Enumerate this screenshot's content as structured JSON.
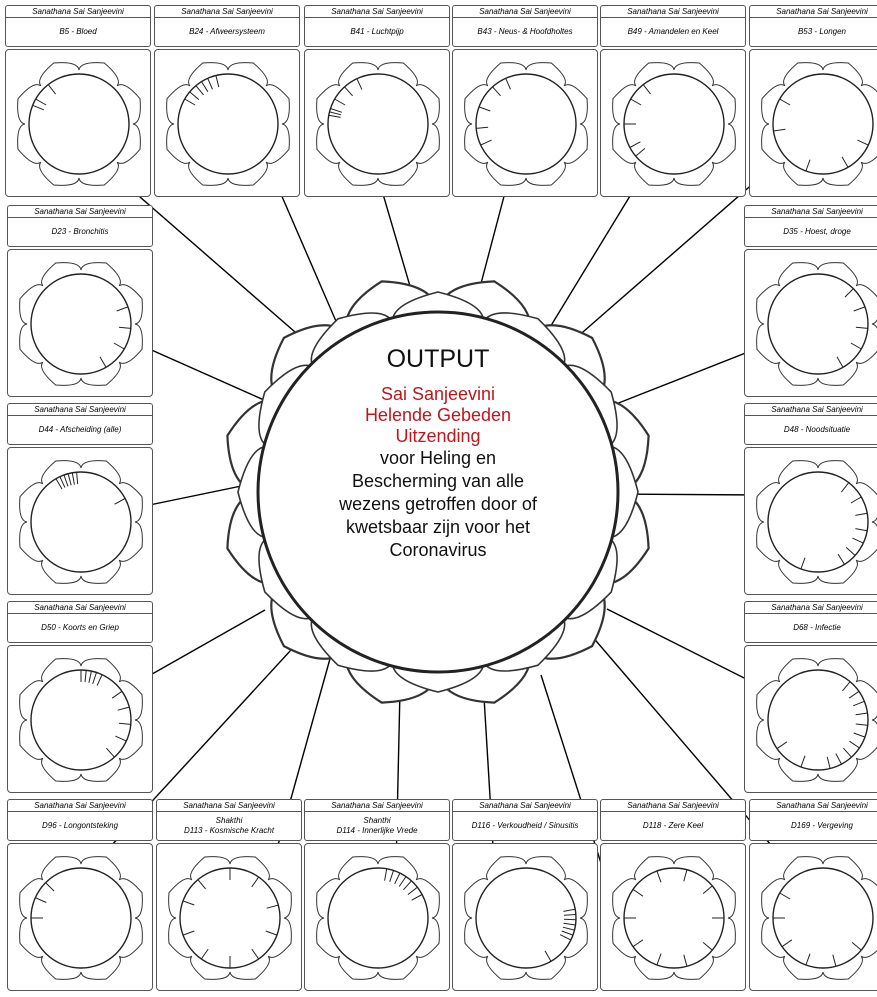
{
  "header_text": "Sanathana Sai Sanjeevini",
  "center": {
    "title": "OUTPUT",
    "red_lines": [
      "Sai Sanjeevini",
      "Helende Gebeden",
      "Uitzending"
    ],
    "black_lines": [
      "voor Heling en",
      "Bescherming van alle",
      "wezens getroffen door of",
      "kwetsbaar zijn voor het",
      "Coronavirus"
    ]
  },
  "cards": [
    {
      "id": "b5",
      "header": "Sanathana Sai Sanjeevini",
      "lines": [
        "B5 - Bloed"
      ]
    },
    {
      "id": "b24",
      "header": "Sanathana Sai Sanjeevini",
      "lines": [
        "B24 - Afweersysteem"
      ]
    },
    {
      "id": "b41",
      "header": "Sanathana Sai Sanjeevini",
      "lines": [
        "B41 - Luchtpijp"
      ]
    },
    {
      "id": "b43",
      "header": "Sanathana Sai Sanjeevini",
      "lines": [
        "B43 - Neus- & Hoofdholtes"
      ]
    },
    {
      "id": "b49",
      "header": "Sanathana Sai Sanjeevini",
      "lines": [
        "B49 - Amandelen en Keel"
      ]
    },
    {
      "id": "b53",
      "header": "Sanathana Sai Sanjeevini",
      "lines": [
        "B53 - Longen"
      ]
    },
    {
      "id": "d23",
      "header": "Sanathana Sai Sanjeevini",
      "lines": [
        "D23 - Bronchitis"
      ]
    },
    {
      "id": "d35",
      "header": "Sanathana Sai Sanjeevini",
      "lines": [
        "D35 - Hoest, droge"
      ]
    },
    {
      "id": "d44",
      "header": "Sanathana Sai Sanjeevini",
      "lines": [
        "D44 - Afscheiding (alle)"
      ]
    },
    {
      "id": "d48",
      "header": "Sanathana Sai Sanjeevini",
      "lines": [
        "D48 - Noodsituatie"
      ]
    },
    {
      "id": "d50",
      "header": "Sanathana Sai Sanjeevini",
      "lines": [
        "D50 - Koorts en Griep"
      ]
    },
    {
      "id": "d68",
      "header": "Sanathana Sai Sanjeevini",
      "lines": [
        "D68 - Infectie"
      ]
    },
    {
      "id": "d96",
      "header": "Sanathana Sai Sanjeevini",
      "lines": [
        "D96 - Longontsteking"
      ]
    },
    {
      "id": "d113",
      "header": "Sanathana Sai Sanjeevini",
      "lines": [
        "Shakthi",
        "D113 - Kosmische Kracht"
      ]
    },
    {
      "id": "d114",
      "header": "Sanathana Sai Sanjeevini",
      "lines": [
        "Shanthi",
        "D114 - Innerlijke Vrede"
      ]
    },
    {
      "id": "d116",
      "header": "Sanathana Sai Sanjeevini",
      "lines": [
        "D116 - Verkoudheid / Sinusitis"
      ]
    },
    {
      "id": "d118",
      "header": "Sanathana Sai Sanjeevini",
      "lines": [
        "D118 - Zere Keel"
      ]
    },
    {
      "id": "d169",
      "header": "Sanathana Sai Sanjeevini",
      "lines": [
        "D169 - Vergeving"
      ]
    }
  ]
}
